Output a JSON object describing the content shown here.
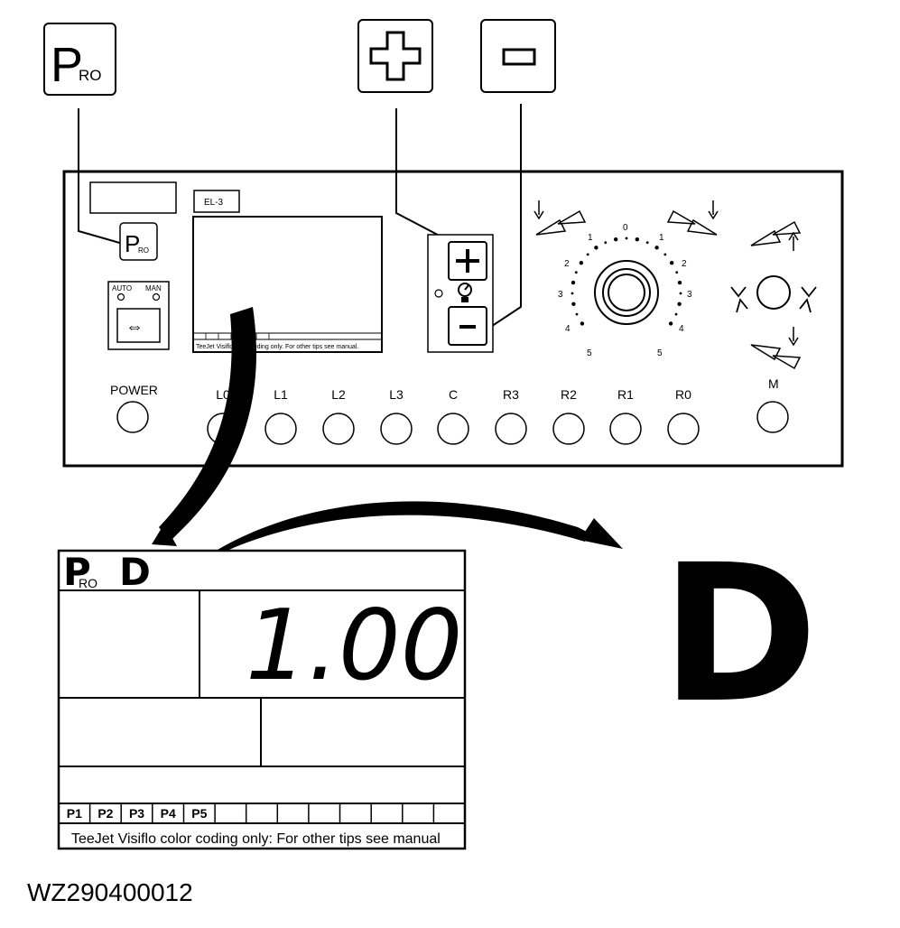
{
  "keys": {
    "pro_main": "P",
    "pro_sub": "RO",
    "plus_symbol": "+",
    "minus_symbol": "-"
  },
  "console": {
    "model_label": "EL-3",
    "auto_label": "AUTO",
    "man_label": "MAN",
    "mode_switch_symbol": "⇔",
    "power_label": "POWER",
    "section_buttons": [
      "L0",
      "L1",
      "L2",
      "L3",
      "C",
      "R3",
      "R2",
      "R1",
      "R0"
    ],
    "mode_button_label": "M",
    "small_display_footer": "TeeJet Visiflo color coding only. For other tips see manual.",
    "dial_scale_left": [
      "1",
      "2",
      "3",
      "4",
      "5"
    ],
    "dial_scale_top": "0",
    "dial_scale_right": [
      "1",
      "2",
      "3",
      "4",
      "5"
    ]
  },
  "display": {
    "mode_letter": "D",
    "value": "1.00",
    "preset_slots": [
      "P1",
      "P2",
      "P3",
      "P4",
      "P5"
    ],
    "footer": "TeeJet Visiflo color coding only: For other tips see manual"
  },
  "indicator_letter": "D",
  "figure_code": "WZ290400012"
}
